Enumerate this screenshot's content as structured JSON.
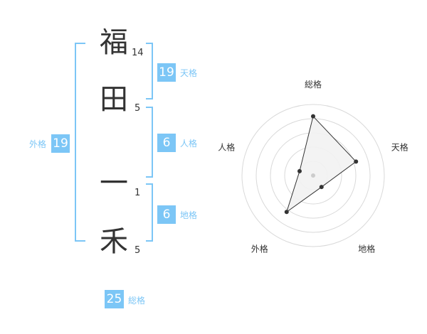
{
  "name": {
    "chars": [
      {
        "char": "福",
        "strokes": "14"
      },
      {
        "char": "田",
        "strokes": "5"
      },
      {
        "char": "一",
        "strokes": "1"
      },
      {
        "char": "禾",
        "strokes": "5"
      }
    ]
  },
  "kaku": {
    "tenkaku": {
      "value": "19",
      "label": "天格"
    },
    "jinkaku": {
      "value": "6",
      "label": "人格"
    },
    "chikaku": {
      "value": "6",
      "label": "地格"
    },
    "gaikaku": {
      "value": "19",
      "label": "外格"
    },
    "soukaku": {
      "value": "25",
      "label": "総格"
    }
  },
  "colors": {
    "accent": "#7cc6f6",
    "text": "#333333",
    "radar_fill": "#f2f2f2",
    "grid": "#d9d9d9"
  },
  "chart_data": {
    "type": "radar",
    "axes": [
      "総格",
      "天格",
      "地格",
      "外格",
      "人格"
    ],
    "values": [
      25,
      19,
      6,
      19,
      6
    ],
    "levels": 5
  }
}
